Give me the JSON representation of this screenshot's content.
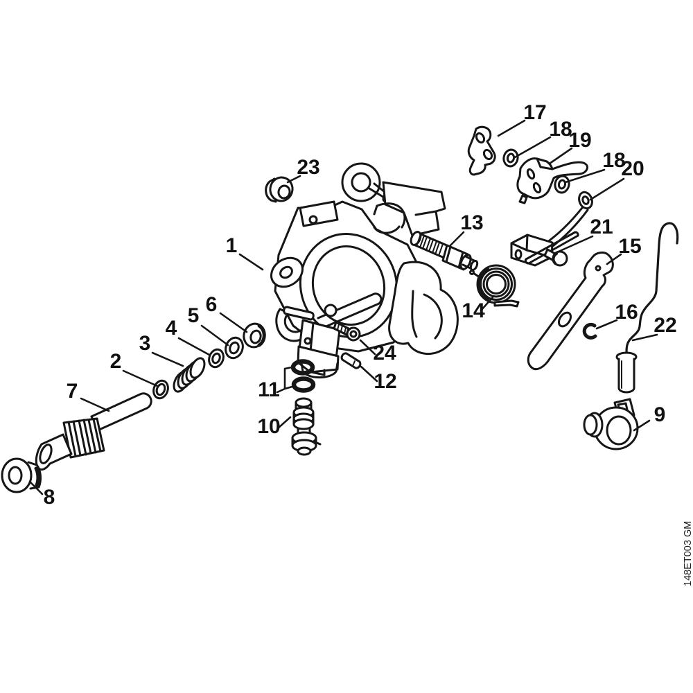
{
  "diagram": {
    "kind": "exploded-parts-diagram",
    "background": "#ffffff",
    "line_color": "#161616"
  },
  "watermark": {
    "code": "148ET003 GM"
  },
  "callouts": [
    {
      "label": "1"
    },
    {
      "label": "2"
    },
    {
      "label": "3"
    },
    {
      "label": "4"
    },
    {
      "label": "5"
    },
    {
      "label": "6"
    },
    {
      "label": "7"
    },
    {
      "label": "8"
    },
    {
      "label": "9"
    },
    {
      "label": "10"
    },
    {
      "label": "11"
    },
    {
      "label": "12"
    },
    {
      "label": "13"
    },
    {
      "label": "14"
    },
    {
      "label": "15"
    },
    {
      "label": "16"
    },
    {
      "label": "17"
    },
    {
      "label": "18"
    },
    {
      "label": "19"
    },
    {
      "label": "18"
    },
    {
      "label": "20"
    },
    {
      "label": "21"
    },
    {
      "label": "22"
    },
    {
      "label": "23"
    },
    {
      "label": "24"
    }
  ]
}
